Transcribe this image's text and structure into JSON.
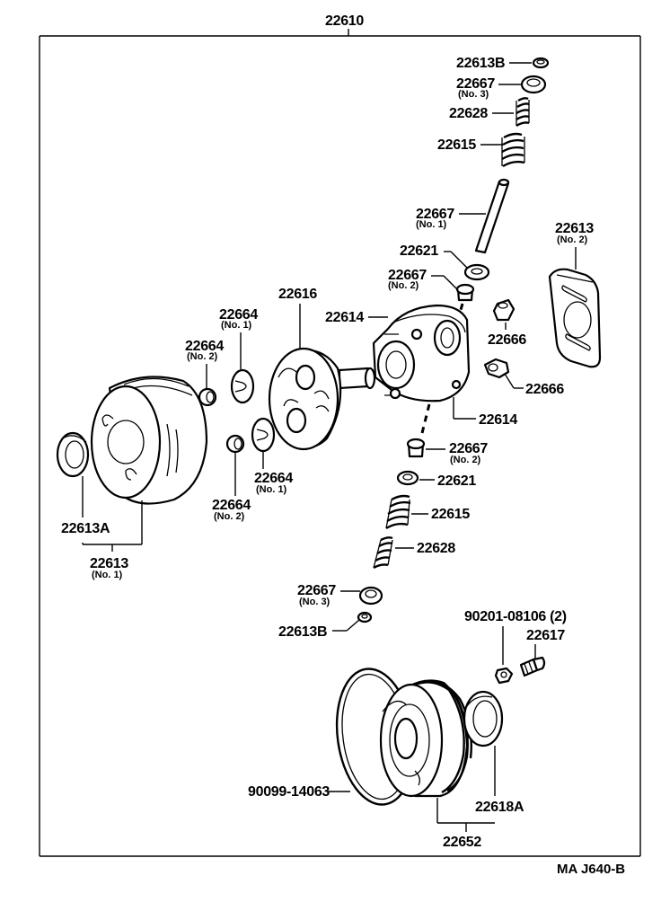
{
  "diagram": {
    "assembly_number": "22610",
    "reference_code": "MA J640-B",
    "callouts": {
      "top_plug": "22613B",
      "top_retainer": "22667",
      "top_retainer_sub": "(No. 3)",
      "top_small_spring": "22628",
      "top_big_spring": "22615",
      "shaft": "22667",
      "shaft_sub": "(No. 1)",
      "top_washer": "22621",
      "top_seat": "22667",
      "top_seat_sub": "(No. 2)",
      "cover_plate": "22613",
      "cover_plate_sub": "(No. 2)",
      "rotor": "22616",
      "upper_housing": "22614",
      "valve_upper": "22666",
      "valve_lower": "22666",
      "lower_housing": "22614",
      "vane_upper_no1": "22664",
      "vane_upper_no1_sub": "(No. 1)",
      "vane_upper_no2": "22664",
      "vane_upper_no2_sub": "(No. 2)",
      "vane_lower_no1": "22664",
      "vane_lower_no1_sub": "(No. 1)",
      "vane_lower_no2": "22664",
      "vane_lower_no2_sub": "(No. 2)",
      "bottom_seat": "22667",
      "bottom_seat_sub": "(No. 2)",
      "bottom_washer": "22621",
      "bottom_big_spring": "22615",
      "bottom_small_spring": "22628",
      "bottom_retainer": "22667",
      "bottom_retainer_sub": "(No. 3)",
      "bottom_plug": "22613B",
      "seal": "22613A",
      "front_housing": "22613",
      "front_housing_sub": "(No. 1)",
      "nut": "90201-08106 (2)",
      "bolt": "22617",
      "o_ring": "90099-14063",
      "bearing_seal": "22618A",
      "pulley": "22652"
    }
  }
}
